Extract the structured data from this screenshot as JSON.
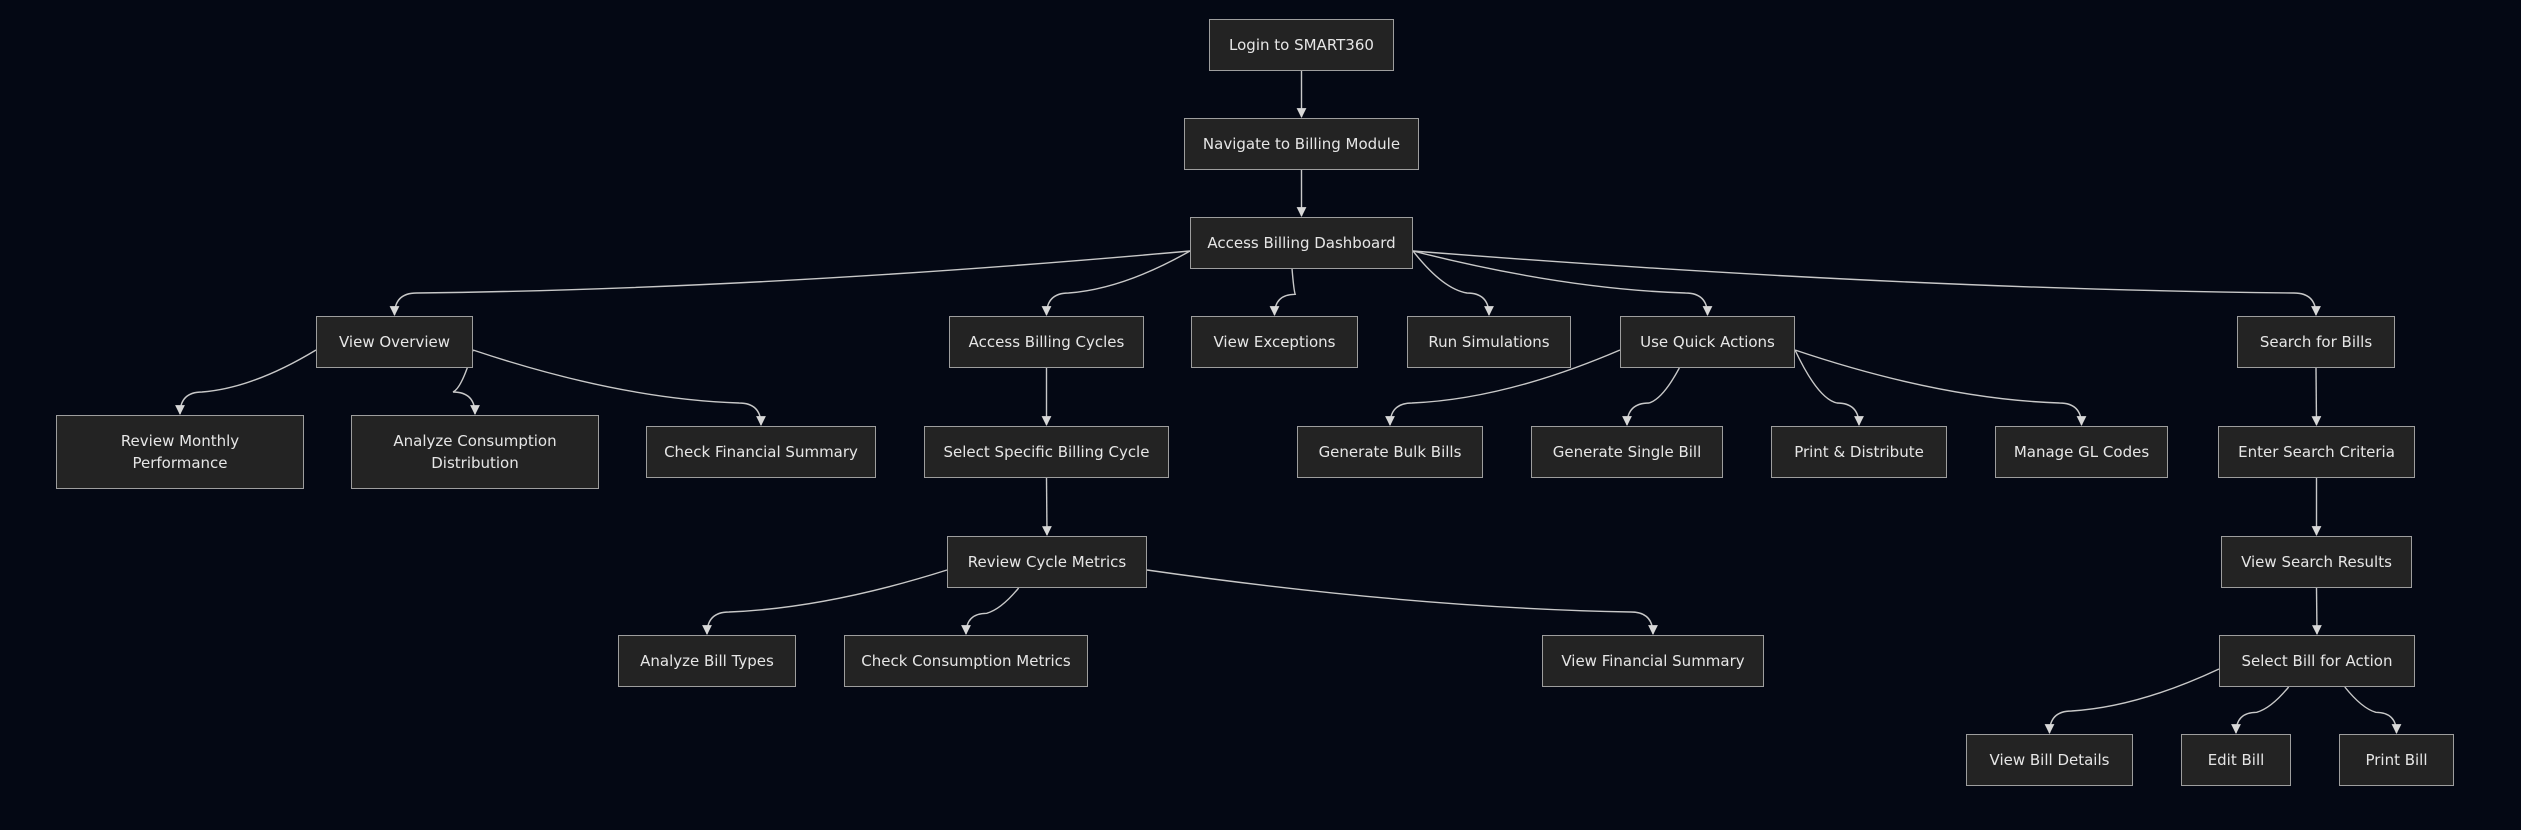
{
  "colors": {
    "background": "#040814",
    "node_fill": "#232323",
    "node_border": "#9e9e9e",
    "text": "#e6e6e6",
    "edge": "#c8c8c8"
  },
  "nodes": {
    "login": "Login to SMART360",
    "navigate_billing": "Navigate to Billing Module",
    "access_dashboard": "Access Billing Dashboard",
    "view_overview": "View Overview",
    "access_cycles": "Access Billing Cycles",
    "view_exceptions": "View Exceptions",
    "run_simulations": "Run Simulations",
    "quick_actions": "Use Quick Actions",
    "search_bills": "Search for Bills",
    "review_monthly": "Review Monthly\nPerformance",
    "analyze_consumption": "Analyze Consumption\nDistribution",
    "check_financial": "Check Financial Summary",
    "select_cycle": "Select Specific Billing Cycle",
    "generate_bulk": "Generate Bulk Bills",
    "generate_single": "Generate Single Bill",
    "print_distribute": "Print & Distribute",
    "manage_gl": "Manage GL Codes",
    "enter_criteria": "Enter Search Criteria",
    "review_metrics": "Review Cycle Metrics",
    "view_results": "View Search Results",
    "analyze_bill_types": "Analyze Bill Types",
    "check_consumption_metrics": "Check Consumption Metrics",
    "view_financial_summary": "View Financial Summary",
    "select_bill": "Select Bill for Action",
    "view_details": "View Bill Details",
    "edit_bill": "Edit Bill",
    "print_bill": "Print Bill"
  },
  "edges": [
    [
      "login",
      "navigate_billing"
    ],
    [
      "navigate_billing",
      "access_dashboard"
    ],
    [
      "access_dashboard",
      "view_overview"
    ],
    [
      "access_dashboard",
      "access_cycles"
    ],
    [
      "access_dashboard",
      "view_exceptions"
    ],
    [
      "access_dashboard",
      "run_simulations"
    ],
    [
      "access_dashboard",
      "quick_actions"
    ],
    [
      "access_dashboard",
      "search_bills"
    ],
    [
      "view_overview",
      "review_monthly"
    ],
    [
      "view_overview",
      "analyze_consumption"
    ],
    [
      "view_overview",
      "check_financial"
    ],
    [
      "access_cycles",
      "select_cycle"
    ],
    [
      "select_cycle",
      "review_metrics"
    ],
    [
      "review_metrics",
      "analyze_bill_types"
    ],
    [
      "review_metrics",
      "check_consumption_metrics"
    ],
    [
      "review_metrics",
      "view_financial_summary"
    ],
    [
      "quick_actions",
      "generate_bulk"
    ],
    [
      "quick_actions",
      "generate_single"
    ],
    [
      "quick_actions",
      "print_distribute"
    ],
    [
      "quick_actions",
      "manage_gl"
    ],
    [
      "search_bills",
      "enter_criteria"
    ],
    [
      "enter_criteria",
      "view_results"
    ],
    [
      "view_results",
      "select_bill"
    ],
    [
      "select_bill",
      "view_details"
    ],
    [
      "select_bill",
      "edit_bill"
    ],
    [
      "select_bill",
      "print_bill"
    ]
  ]
}
